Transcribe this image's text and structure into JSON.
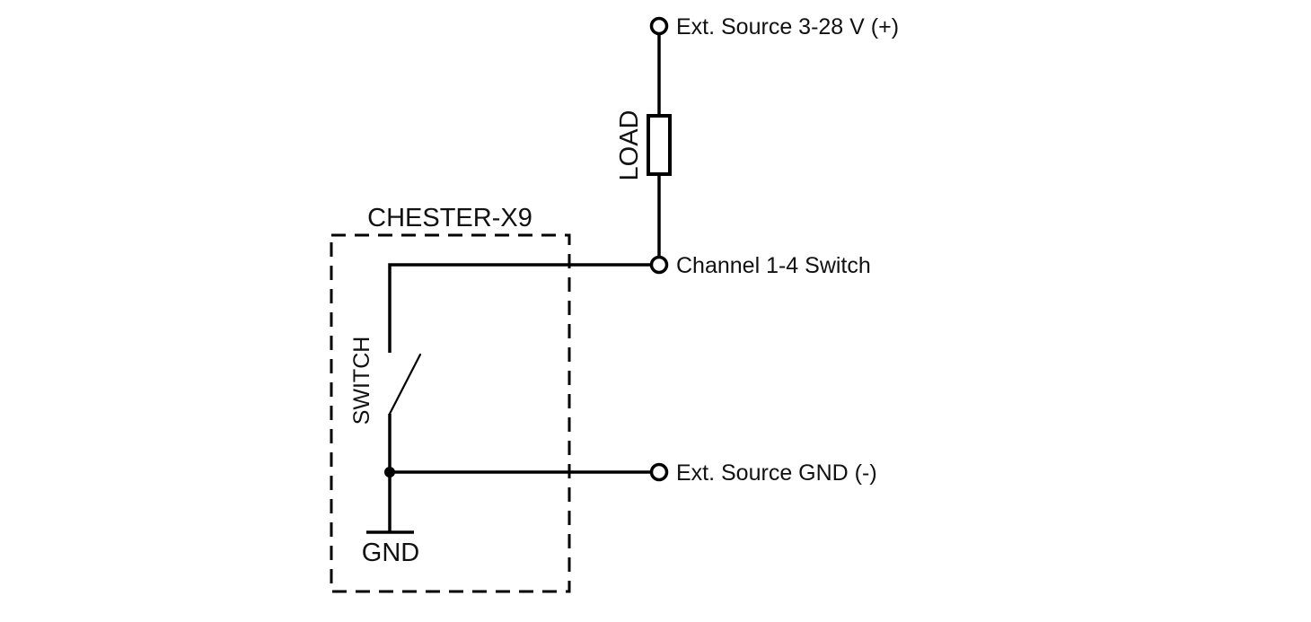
{
  "diagram": {
    "type": "circuit-schematic",
    "module": {
      "title": "CHESTER-X9"
    },
    "components": {
      "load_label": "LOAD",
      "switch_label": "SWITCH",
      "ground_label": "GND"
    },
    "terminals": [
      {
        "id": "ext-source-positive",
        "label": "Ext. Source 3-28 V (+)"
      },
      {
        "id": "channel-switch",
        "label": "Channel 1-4 Switch"
      },
      {
        "id": "ext-source-gnd",
        "label": "Ext. Source GND (-)"
      }
    ],
    "connections": [
      {
        "from": "Ext. Source 3-28 V (+)",
        "to": "LOAD"
      },
      {
        "from": "LOAD",
        "to": "Channel 1-4 Switch"
      },
      {
        "from": "Channel 1-4 Switch",
        "to": "SWITCH"
      },
      {
        "from": "SWITCH",
        "to": "GND"
      },
      {
        "from": "GND",
        "to": "Ext. Source GND (-)"
      }
    ],
    "colors": {
      "line": "#000000",
      "text": "#111111",
      "background": "#ffffff"
    }
  }
}
